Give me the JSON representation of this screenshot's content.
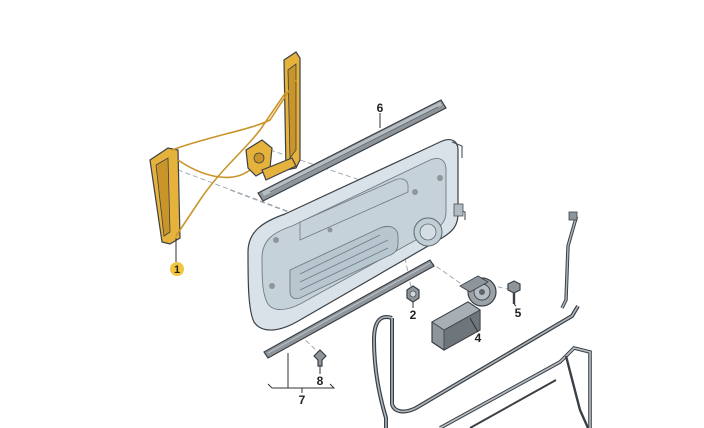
{
  "diagram": {
    "callouts": [
      {
        "id": "1",
        "label": "1"
      },
      {
        "id": "2",
        "label": "2"
      },
      {
        "id": "4",
        "label": "4"
      },
      {
        "id": "5",
        "label": "5"
      },
      {
        "id": "6",
        "label": "6"
      },
      {
        "id": "7",
        "label": "7"
      },
      {
        "id": "8",
        "label": "8"
      }
    ],
    "colors": {
      "highlight_part": "#e5b23b",
      "highlight_badge": "#f2c53d",
      "door_panel": "#d9e2e8",
      "part_outline": "#3b4046",
      "metal_gray": "#8e969c",
      "leader": "#333333"
    }
  }
}
